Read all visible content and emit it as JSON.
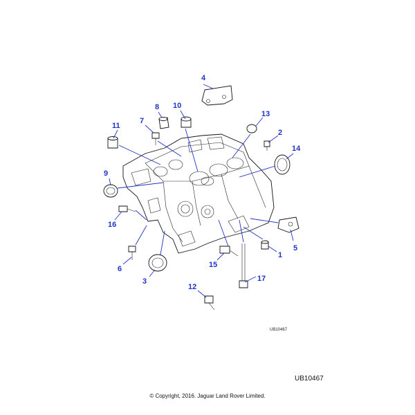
{
  "diagram": {
    "ref_code_small": "UB10467",
    "ref_code": "UB10467",
    "copyright": "© Copyright, 2016. Jaguar Land Rover Limited."
  },
  "callouts": [
    {
      "id": "1",
      "label": "1"
    },
    {
      "id": "2",
      "label": "2"
    },
    {
      "id": "3",
      "label": "3"
    },
    {
      "id": "4",
      "label": "4"
    },
    {
      "id": "5",
      "label": "5"
    },
    {
      "id": "6",
      "label": "6"
    },
    {
      "id": "7",
      "label": "7"
    },
    {
      "id": "8",
      "label": "8"
    },
    {
      "id": "9",
      "label": "9"
    },
    {
      "id": "10",
      "label": "10"
    },
    {
      "id": "11",
      "label": "11"
    },
    {
      "id": "12",
      "label": "12"
    },
    {
      "id": "13",
      "label": "13"
    },
    {
      "id": "14",
      "label": "14"
    },
    {
      "id": "15",
      "label": "15"
    },
    {
      "id": "16",
      "label": "16"
    },
    {
      "id": "17",
      "label": "17"
    }
  ],
  "colors": {
    "callout": "#1f33c8",
    "line_art": "#111111",
    "background": "#ffffff"
  }
}
